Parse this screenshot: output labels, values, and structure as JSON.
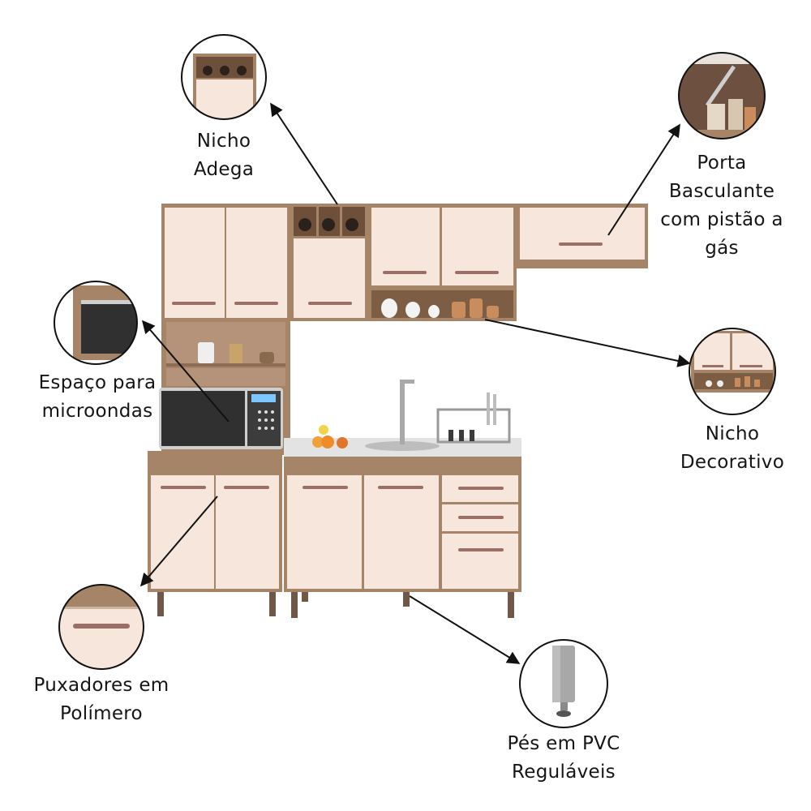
{
  "colors": {
    "wood": "#a58468",
    "wood_dark": "#7d5e45",
    "door": "#f6e6dc",
    "handle": "#9b6f66",
    "callout_line": "#111111"
  },
  "callouts": [
    {
      "id": "nicho-adega",
      "lines": [
        "Nicho",
        "Adega"
      ]
    },
    {
      "id": "porta-basculante",
      "lines": [
        "Porta",
        "Basculante",
        "com pistão a",
        "gás"
      ]
    },
    {
      "id": "espaco-microondas",
      "lines": [
        "Espaço para",
        "microondas"
      ]
    },
    {
      "id": "nicho-decorativo",
      "lines": [
        "Nicho",
        "Decorativo"
      ]
    },
    {
      "id": "puxadores",
      "lines": [
        "Puxadores em",
        "Polímero"
      ]
    },
    {
      "id": "pes-pvc",
      "lines": [
        "Pés em PVC",
        "Reguláveis"
      ]
    }
  ]
}
